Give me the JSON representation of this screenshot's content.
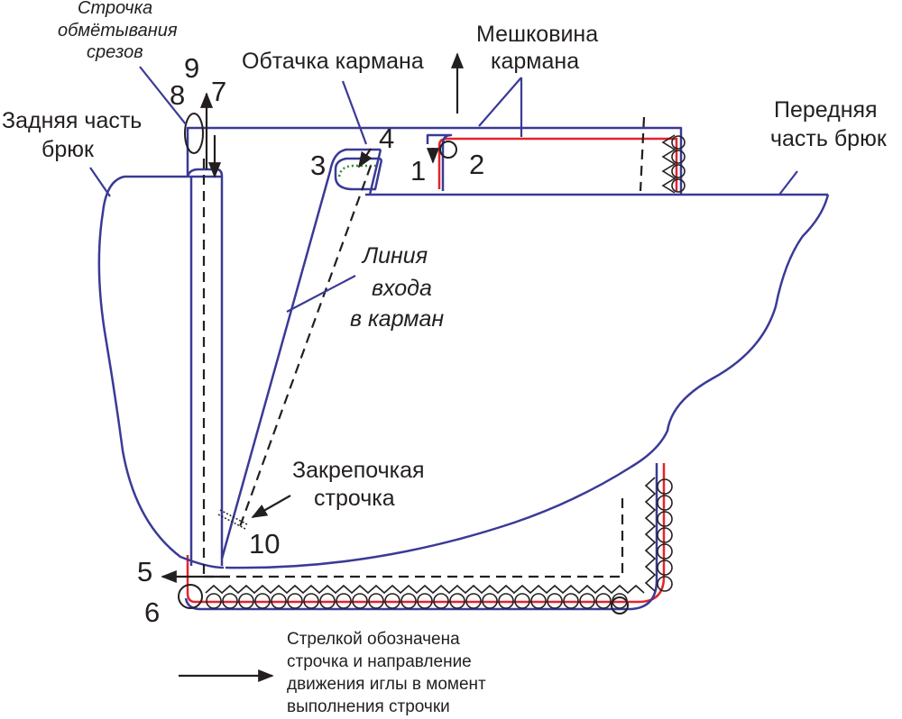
{
  "labels": {
    "overcast_line": [
      "Строчка",
      "обмётывания",
      "срезов"
    ],
    "back_part": [
      "Задняя часть",
      "брюк"
    ],
    "pocket_facing": "Обтачка кармана",
    "pocket_bag": [
      "Мешковина",
      "кармана"
    ],
    "front_part": [
      "Передняя",
      "часть брюк"
    ],
    "pocket_entry": [
      "Линия",
      "входа",
      "в карман"
    ],
    "bartack": [
      "Закрепочкая",
      "строчка"
    ],
    "legend": [
      "Стрелкой обозначена",
      "строчка и направление",
      "движения иглы в момент",
      "выполнения строчки"
    ]
  },
  "numbers": [
    "1",
    "2",
    "3",
    "4",
    "5",
    "6",
    "7",
    "8",
    "9",
    "10"
  ],
  "colors": {
    "outline": "#3a3a96",
    "bag_stitch": "#e3242b",
    "text": "#231f20",
    "facing_stitch": "#2e8b3a"
  }
}
